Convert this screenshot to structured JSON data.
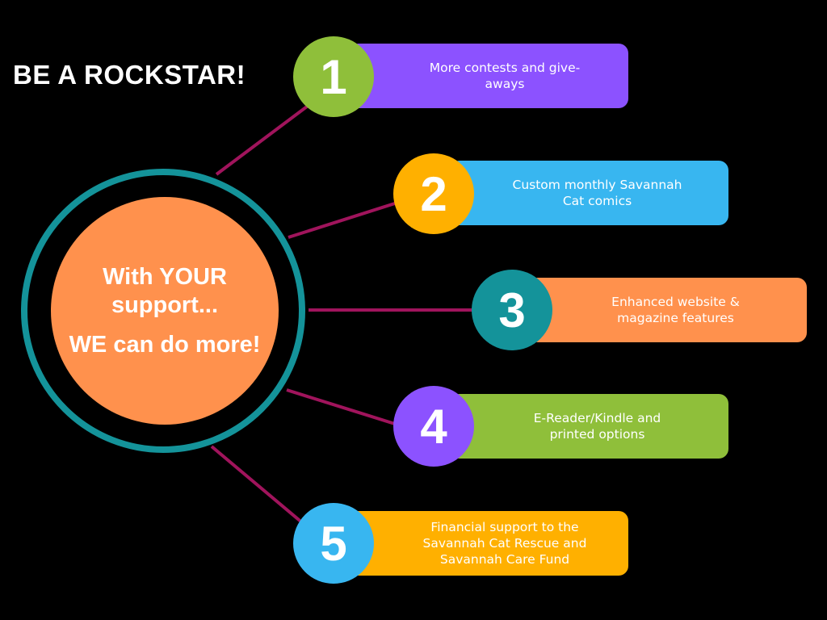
{
  "title": "BE A ROCKSTAR!",
  "center": {
    "line1": "With YOUR support...",
    "line2": "WE can do more!"
  },
  "colors": {
    "background": "#000000",
    "ring": "#14939a",
    "core": "#ff914d",
    "connector": "#a0145c"
  },
  "items": [
    {
      "number": "1",
      "text": "More contests and give-aways",
      "badge_color": "#8fbf3a",
      "card_color": "#8c52ff"
    },
    {
      "number": "2",
      "text": "Custom monthly Savannah Cat comics",
      "badge_color": "#ffb000",
      "card_color": "#38b6f0"
    },
    {
      "number": "3",
      "text": "Enhanced website & magazine features",
      "badge_color": "#14939a",
      "card_color": "#ff914d"
    },
    {
      "number": "4",
      "text": "E-Reader/Kindle and printed options",
      "badge_color": "#8c52ff",
      "card_color": "#8fbf3a"
    },
    {
      "number": "5",
      "text": "Financial support to the Savannah Cat Rescue and Savannah Care Fund",
      "badge_color": "#38b6f0",
      "card_color": "#ffb000"
    }
  ]
}
